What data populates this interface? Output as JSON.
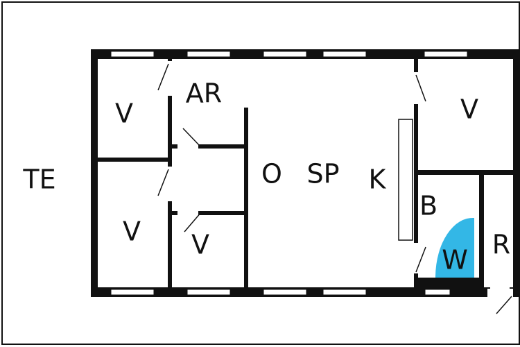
{
  "colors": {
    "walls": "#111111",
    "background": "#ffffff",
    "wellness_fill": "#33b7e6"
  },
  "rooms": {
    "terrace": "TE",
    "bedroom_top_left": "V",
    "bedroom_bottom_left": "V",
    "bedroom_small": "V",
    "bedroom_top_right": "V",
    "storage": "AR",
    "living": "O",
    "sleep_area": "SP",
    "kitchen": "K",
    "bathroom": "B",
    "wellness": "W",
    "utility": "R"
  }
}
